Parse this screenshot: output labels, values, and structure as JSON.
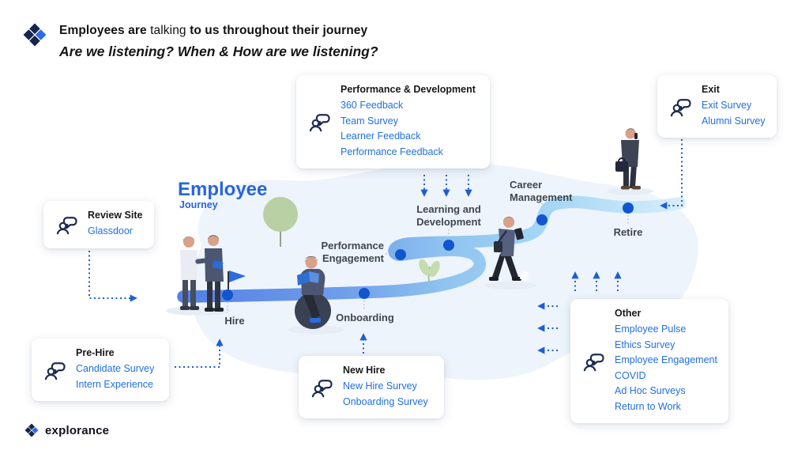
{
  "header": {
    "title_bold_1": "Employees are",
    "title_regular": " talking ",
    "title_bold_2": "to us throughout their journey",
    "subtitle": "Are we listening? When & How are we listening?"
  },
  "journey": {
    "title": "Employee",
    "subtitle": "Journey",
    "labels": {
      "hire": "Hire",
      "onboarding": "Onboarding",
      "performance_1": "Performance",
      "performance_2": "Engagement",
      "learning_1": "Learning and",
      "learning_2": "Development",
      "career_1": "Career",
      "career_2": "Management",
      "retire": "Retire"
    }
  },
  "cards": {
    "performance": {
      "title": "Performance & Development",
      "items": [
        "360 Feedback",
        "Team Survey",
        "Learner Feedback",
        "Performance Feedback"
      ]
    },
    "exit": {
      "title": "Exit",
      "items": [
        "Exit Survey",
        "Alumni Survey"
      ]
    },
    "review": {
      "title": "Review Site",
      "items": [
        "Glassdoor"
      ]
    },
    "prehire": {
      "title": "Pre-Hire",
      "items": [
        "Candidate Survey",
        "Intern Experience"
      ]
    },
    "newhire": {
      "title": "New Hire",
      "items": [
        "New Hire Survey",
        "Onboarding Survey"
      ]
    },
    "other": {
      "title": "Other",
      "items": [
        "Employee Pulse",
        "Ethics Survey",
        "Employee Engagement",
        "COVID",
        "Ad Hoc Surveys",
        "Return to Work"
      ]
    }
  },
  "footer": {
    "brand": "explorance"
  },
  "colors": {
    "link": "#2170e0",
    "arrow": "#1d5ed3",
    "navy": "#16254c",
    "dot": "#1156ce"
  }
}
